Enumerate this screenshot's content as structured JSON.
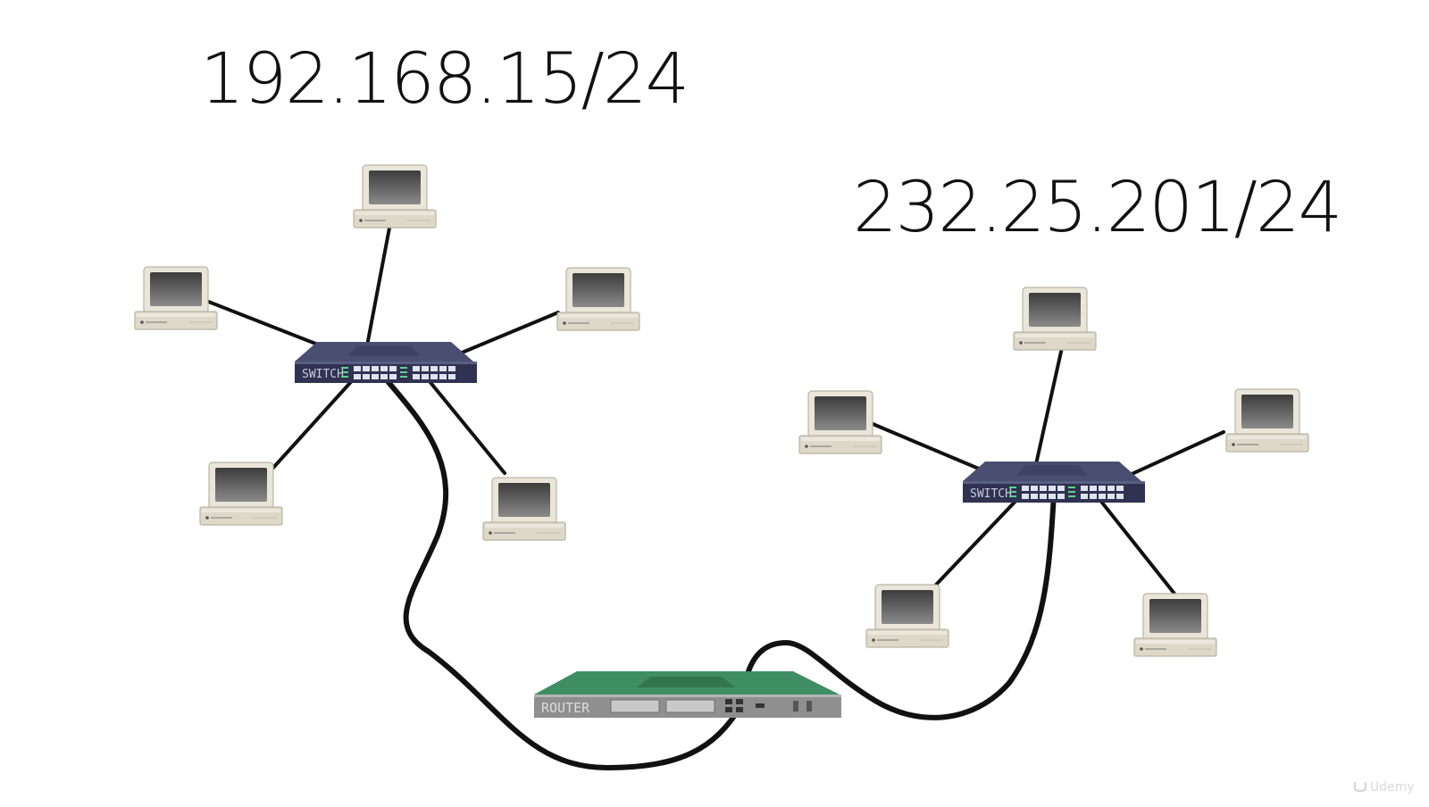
{
  "subnets": {
    "left": "192.168.15/24",
    "right": "232.25.201/24"
  },
  "devices": {
    "switch_label": "SWITCH",
    "router_label": "ROUTER"
  },
  "colors": {
    "switch_body": "#3a3d5c",
    "router_body": "#3e8a60",
    "pc_body": "#e4e0d2",
    "screen": "#5a5a5a",
    "cable": "#111111"
  },
  "watermark": "Udemy"
}
